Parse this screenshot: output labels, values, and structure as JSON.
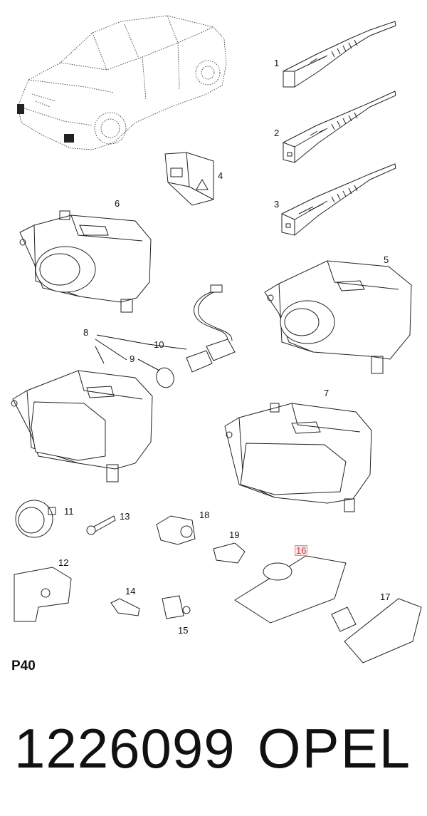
{
  "callouts": {
    "c1": "1",
    "c2": "2",
    "c3": "3",
    "c4": "4",
    "c5": "5",
    "c6": "6",
    "c7": "7",
    "c8": "8",
    "c9": "9",
    "c10": "10",
    "c11": "11",
    "c12": "12",
    "c13": "13",
    "c14": "14",
    "c15": "15",
    "c16": "16",
    "c17": "17",
    "c18": "18",
    "c19": "19"
  },
  "page_code": "P40",
  "part_number": "1226099",
  "brand": "OPEL",
  "colors": {
    "line": "#222222",
    "highlight_fill": "#fbe3e3",
    "highlight_text": "#c44444"
  }
}
